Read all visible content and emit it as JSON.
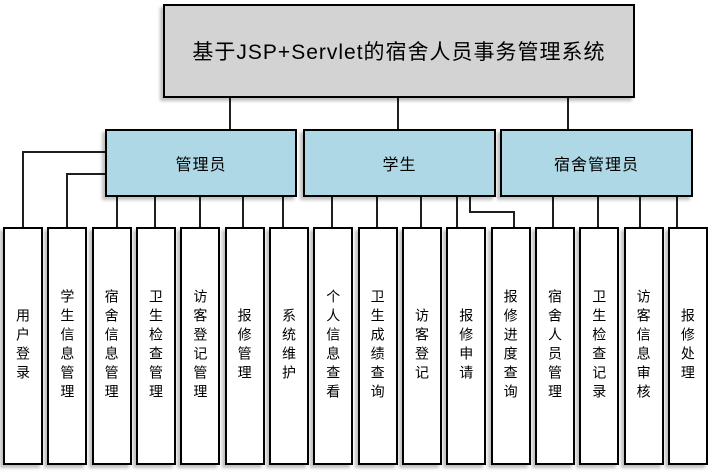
{
  "diagram": {
    "root": {
      "label": "基于JSP+Servlet的宿舍人员事务管理系统"
    },
    "branches": [
      {
        "label": "管理员",
        "children": [
          "用户登录",
          "学生信息管理",
          "宿舍信息管理",
          "卫生检查管理",
          "访客登记管理",
          "报修管理",
          "系统维护"
        ]
      },
      {
        "label": "学生",
        "children": [
          "个人信息查看",
          "卫生成绩查询",
          "访客登记",
          "报修申请",
          "报修进度查询"
        ]
      },
      {
        "label": "宿舍管理员",
        "children": [
          "宿舍人员管理",
          "卫生检查记录",
          "访客信息审核",
          "报修处理"
        ]
      }
    ]
  },
  "colors": {
    "root_fill": "#d3d3d3",
    "branch_fill": "#aed8e5",
    "leaf_fill": "#ffffff",
    "border": "#000000",
    "connector": "#1f1f1f"
  }
}
